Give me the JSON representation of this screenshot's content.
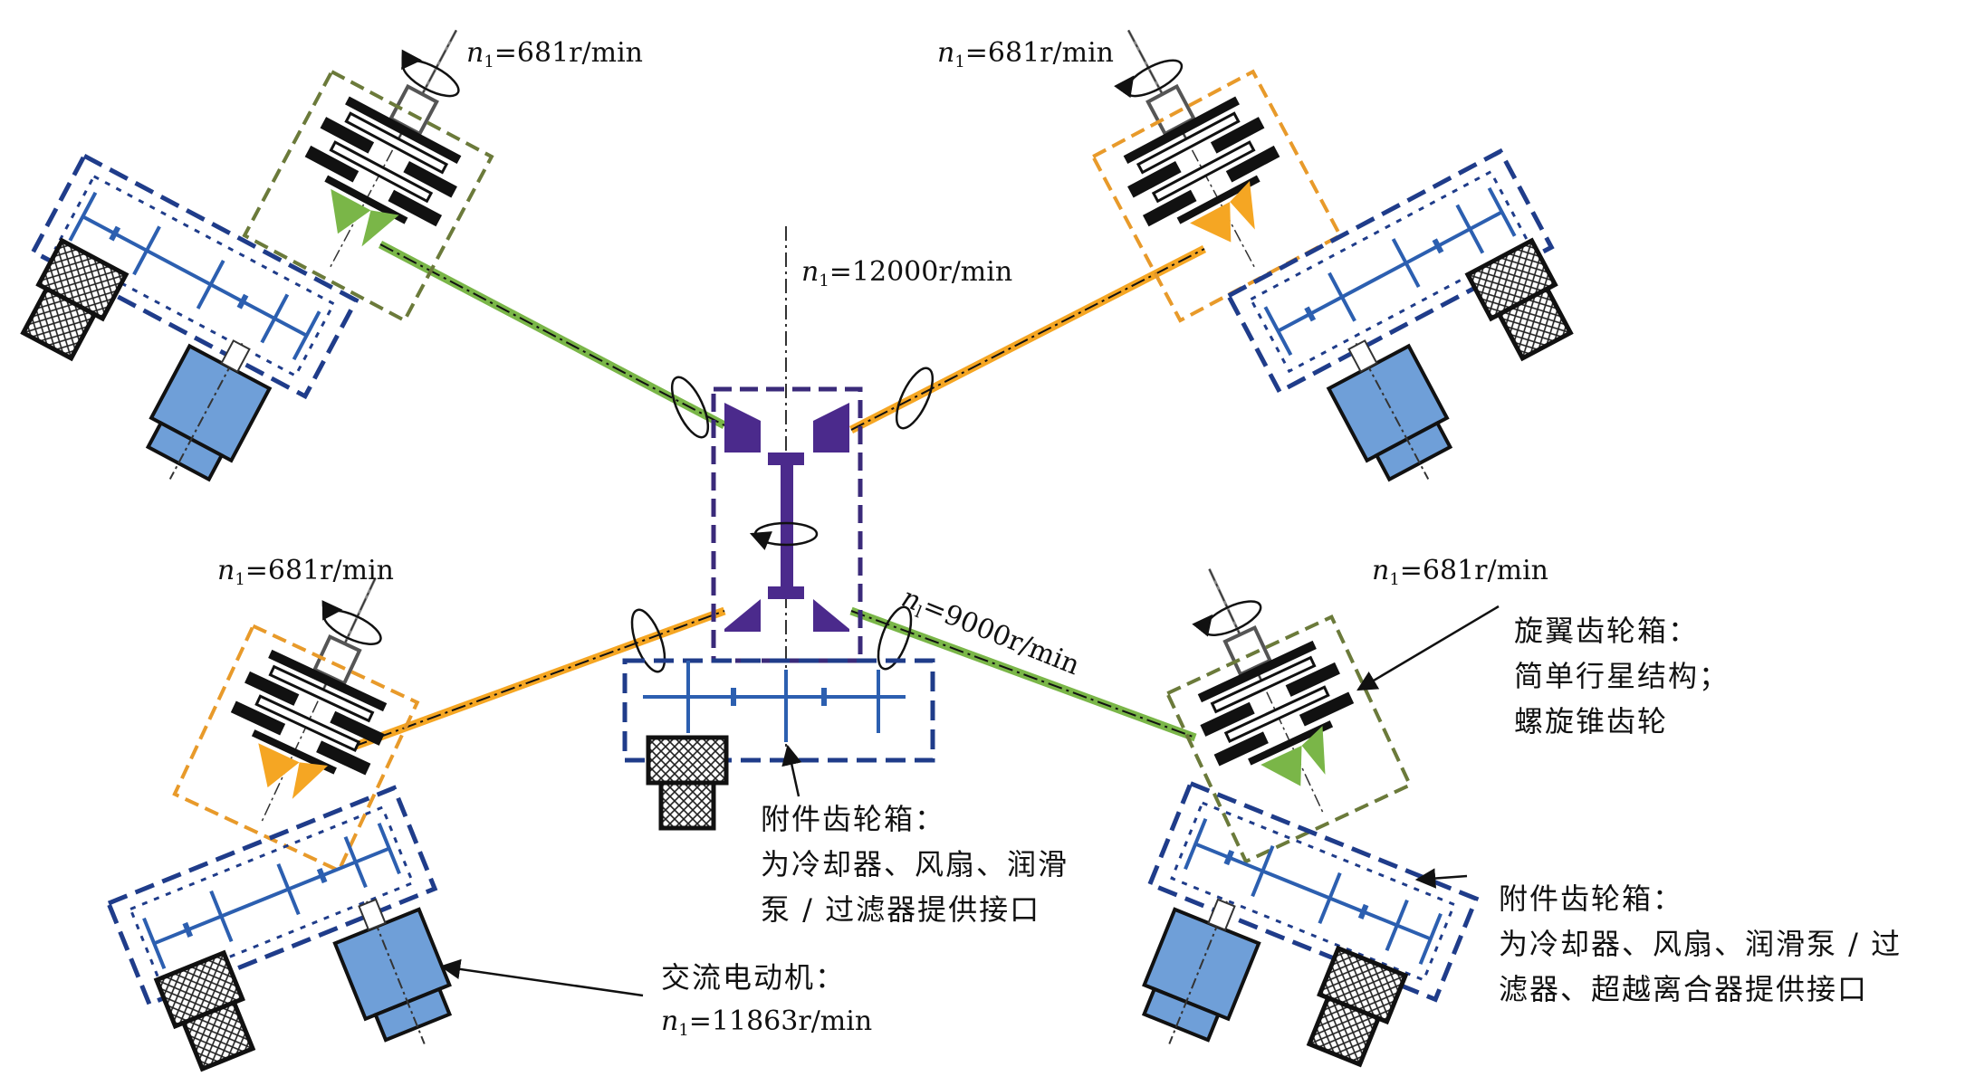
{
  "labels": {
    "n_sym": "n",
    "n_sub": "1",
    "n_sub_9000": "l",
    "speed_rotor_tl": "=681r/min",
    "speed_rotor_tr": "=681r/min",
    "speed_rotor_bl": "=681r/min",
    "speed_rotor_br": "=681r/min",
    "speed_center": "=12000r/min",
    "speed_shaft": "=9000r/min",
    "speed_motor": "=11863r/min"
  },
  "notes": {
    "rotor_gearbox": [
      "旋翼齿轮箱：",
      "简单行星结构；",
      "螺旋锥齿轮"
    ],
    "accessory_center": [
      "附件齿轮箱：",
      "为冷却器、风扇、润滑",
      "泵 / 过滤器提供接口"
    ],
    "accessory_right": [
      "附件齿轮箱：",
      "为冷却器、风扇、润滑泵 / 过",
      "滤器、超越离合器提供接口"
    ],
    "motor": [
      "交流电动机："
    ]
  },
  "colors": {
    "purple": "#4b2a8c",
    "green": "#7ab648",
    "orange": "#f5a623",
    "blue_dash": "#1f3c8a",
    "olive_dash": "#6b7a3a",
    "orange_dash": "#e89a2a",
    "motor_fill": "#6f9fd8",
    "shaft_blue": "#2c5fb0"
  }
}
